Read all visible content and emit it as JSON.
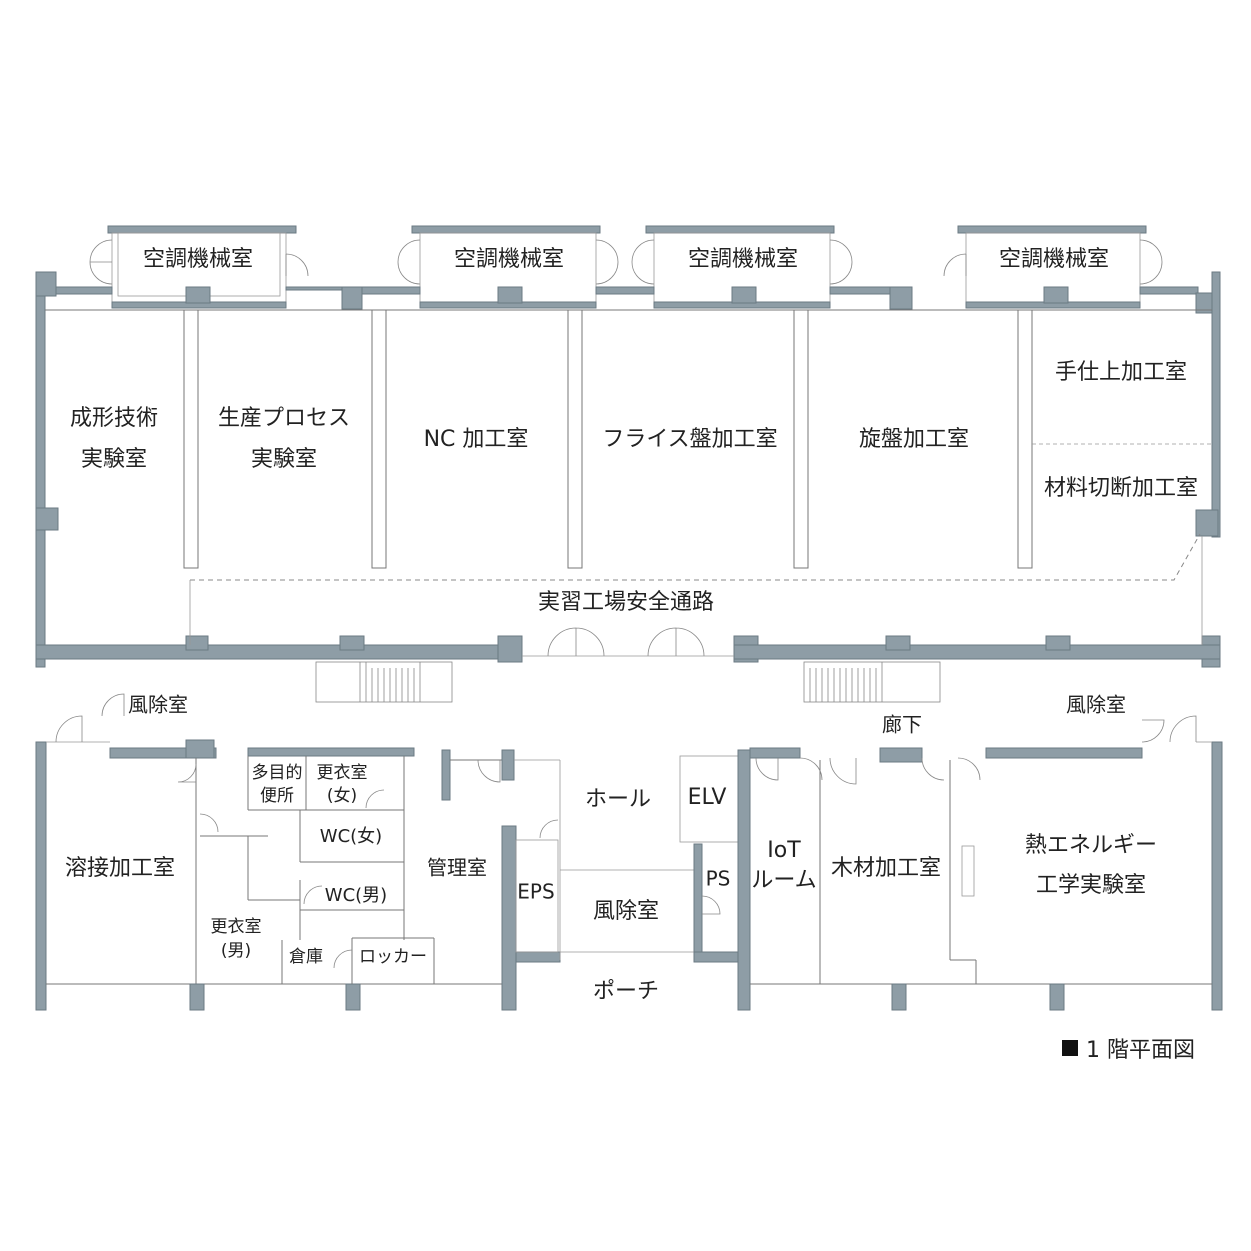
{
  "plan_title": "1 階平面図",
  "rooms": {
    "ac_room_1": "空調機械室",
    "ac_room_2": "空調機械室",
    "ac_room_3": "空調機械室",
    "ac_room_4": "空調機械室",
    "molding_lab": [
      "成形技術",
      "実験室"
    ],
    "production_lab": [
      "生産プロセス",
      "実験室"
    ],
    "nc_room": "NC 加工室",
    "milling_room": "フライス盤加工室",
    "lathe_room": "旋盤加工室",
    "finishing_room": "手仕上加工室",
    "cutting_room": "材料切断加工室",
    "safety_path": "実習工場安全通路",
    "windbreak_left": "風除室",
    "windbreak_right": "風除室",
    "corridor": "廊下",
    "welding_room": "溶接加工室",
    "multipurpose_wc": [
      "多目的",
      "便所"
    ],
    "changing_female": [
      "更衣室",
      "(女)"
    ],
    "wc_female": "WC(女)",
    "wc_male": "WC(男)",
    "changing_male": [
      "更衣室",
      "(男)"
    ],
    "storage": "倉庫",
    "locker": "ロッカー",
    "management": "管理室",
    "eps": "EPS",
    "hall": "ホール",
    "elv": "ELV",
    "ps": "PS",
    "windbreak_center": "風除室",
    "porch": "ポーチ",
    "iot_room": [
      "IoT",
      "ルーム"
    ],
    "wood_room": "木材加工室",
    "thermal_lab": [
      "熱エネルギー",
      "工学実験室"
    ]
  },
  "colors": {
    "wall": "#8e9da6",
    "line": "#777777"
  }
}
